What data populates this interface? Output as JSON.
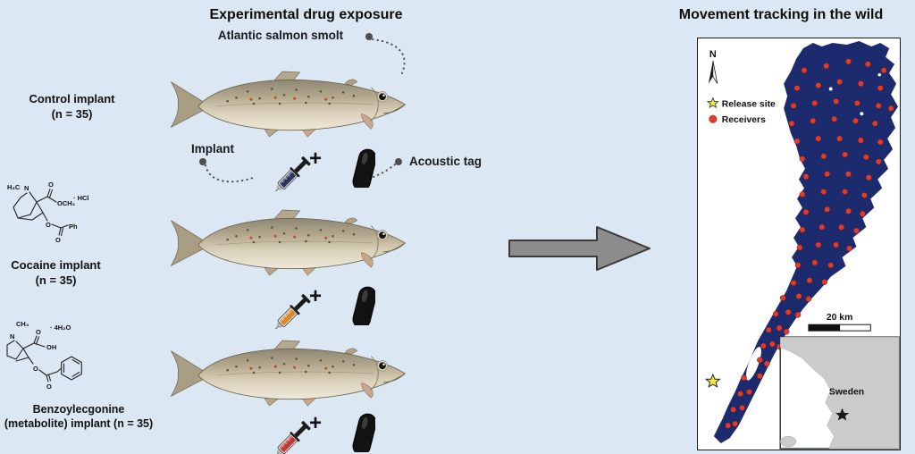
{
  "titles": {
    "left": "Experimental drug exposure",
    "right": "Movement tracking in the wild"
  },
  "annotations": {
    "smolt": "Atlantic salmon smolt",
    "implant": "Implant",
    "acoustic_tag": "Acoustic tag",
    "plus": "+"
  },
  "treatments": {
    "control": {
      "line1": "Control implant",
      "line2": "(n = 35)",
      "implant_color": "#2b3560"
    },
    "cocaine": {
      "line1": "Cocaine implant",
      "line2": "(n = 35)",
      "implant_color": "#d9882a"
    },
    "benzoylecgonine": {
      "line1": "Benzoylecgonine",
      "line2": "(metabolite) implant (n = 35)",
      "implant_color": "#c23b2e"
    }
  },
  "chemistry": {
    "cocaine": {
      "h3c": "H₃C",
      "n": "N",
      "o_top": "O",
      "och3": "OCH₃",
      "hcl": "· HCl",
      "o_mid": "O",
      "o_low": "O",
      "ph": "Ph"
    },
    "benzoylecgonine": {
      "ch3": "CH₃",
      "n": "N",
      "h2o": "· 4H₂O",
      "o_top": "O",
      "oh": "OH",
      "o_mid": "O",
      "o_low": "O"
    }
  },
  "map": {
    "compass": "N",
    "legend": {
      "release": "Release site",
      "receivers": "Receivers"
    },
    "scale": "20 km",
    "inset_label": "Sweden",
    "colors": {
      "water": "#1c2a6e",
      "receiver": "#e23b28",
      "release": "#f2e642",
      "land": "#cbcbcb"
    },
    "release_site": [
      17,
      386
    ],
    "receivers": [
      [
        120,
        35
      ],
      [
        145,
        30
      ],
      [
        170,
        25
      ],
      [
        192,
        28
      ],
      [
        210,
        35
      ],
      [
        112,
        55
      ],
      [
        136,
        52
      ],
      [
        160,
        48
      ],
      [
        184,
        50
      ],
      [
        206,
        55
      ],
      [
        108,
        75
      ],
      [
        132,
        72
      ],
      [
        156,
        70
      ],
      [
        180,
        72
      ],
      [
        204,
        75
      ],
      [
        218,
        78
      ],
      [
        106,
        95
      ],
      [
        130,
        92
      ],
      [
        154,
        90
      ],
      [
        178,
        92
      ],
      [
        200,
        95
      ],
      [
        112,
        115
      ],
      [
        136,
        112
      ],
      [
        160,
        112
      ],
      [
        184,
        114
      ],
      [
        206,
        116
      ],
      [
        118,
        135
      ],
      [
        142,
        132
      ],
      [
        166,
        130
      ],
      [
        190,
        133
      ],
      [
        204,
        138
      ],
      [
        122,
        155
      ],
      [
        146,
        152
      ],
      [
        170,
        152
      ],
      [
        193,
        156
      ],
      [
        118,
        175
      ],
      [
        142,
        172
      ],
      [
        166,
        172
      ],
      [
        188,
        176
      ],
      [
        122,
        195
      ],
      [
        146,
        192
      ],
      [
        170,
        194
      ],
      [
        186,
        197
      ],
      [
        118,
        215
      ],
      [
        140,
        212
      ],
      [
        162,
        212
      ],
      [
        179,
        216
      ],
      [
        115,
        235
      ],
      [
        136,
        232
      ],
      [
        156,
        232
      ],
      [
        171,
        236
      ],
      [
        113,
        255
      ],
      [
        132,
        252
      ],
      [
        150,
        255
      ],
      [
        108,
        275
      ],
      [
        126,
        272
      ],
      [
        143,
        274
      ],
      [
        96,
        292
      ],
      [
        114,
        290
      ],
      [
        125,
        293
      ],
      [
        88,
        310
      ],
      [
        102,
        308
      ],
      [
        113,
        311
      ],
      [
        80,
        328
      ],
      [
        92,
        326
      ],
      [
        100,
        330
      ],
      [
        74,
        346
      ],
      [
        84,
        344
      ],
      [
        92,
        347
      ],
      [
        70,
        362
      ],
      [
        78,
        366
      ],
      [
        52,
        382
      ],
      [
        70,
        380
      ],
      [
        48,
        400
      ],
      [
        58,
        398
      ],
      [
        40,
        418
      ],
      [
        50,
        416
      ],
      [
        34,
        436
      ],
      [
        42,
        434
      ]
    ]
  }
}
